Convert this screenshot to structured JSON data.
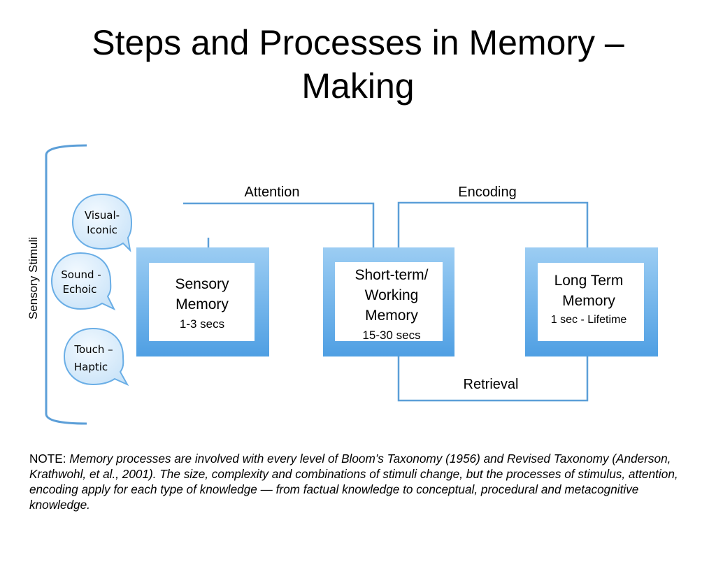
{
  "title_line1": "Steps and Processes in Memory –",
  "title_line2": "Making",
  "bracket_label": "Sensory Stimuli",
  "stimuli": [
    {
      "line1": "Visual-",
      "line2": "Iconic"
    },
    {
      "line1": "Sound -",
      "line2": "Echoic"
    },
    {
      "line1": "Touch –",
      "line2": "Haptic"
    }
  ],
  "stores": {
    "sensory": {
      "line1": "Sensory",
      "line2": "Memory",
      "duration": "1-3 secs"
    },
    "short_term": {
      "line1": "Short-term/",
      "line2": "Working",
      "line3": "Memory",
      "duration": "15-30 secs"
    },
    "long_term": {
      "line1": "Long Term",
      "line2": "Memory",
      "duration": "1 sec - Lifetime"
    }
  },
  "processes": {
    "attention": "Attention",
    "encoding": "Encoding",
    "retrieval": "Retrieval"
  },
  "note": {
    "prefix": "NOTE: ",
    "text": "Memory processes are involved with every level of Bloom’s Taxonomy (1956) and Revised Taxonomy (Anderson, Krathwohl, et al., 2001).  The size, complexity and combinations of stimuli change, but the processes of stimulus, attention, encoding apply for each type of knowledge  — from factual knowledge to conceptual, procedural and metacognitive knowledge."
  },
  "colors": {
    "box_blue": "#5aa6e6",
    "line_blue": "#5c9fd8",
    "bubble_fill": "#d6ebfa",
    "bubble_stroke": "#6aaee6"
  }
}
